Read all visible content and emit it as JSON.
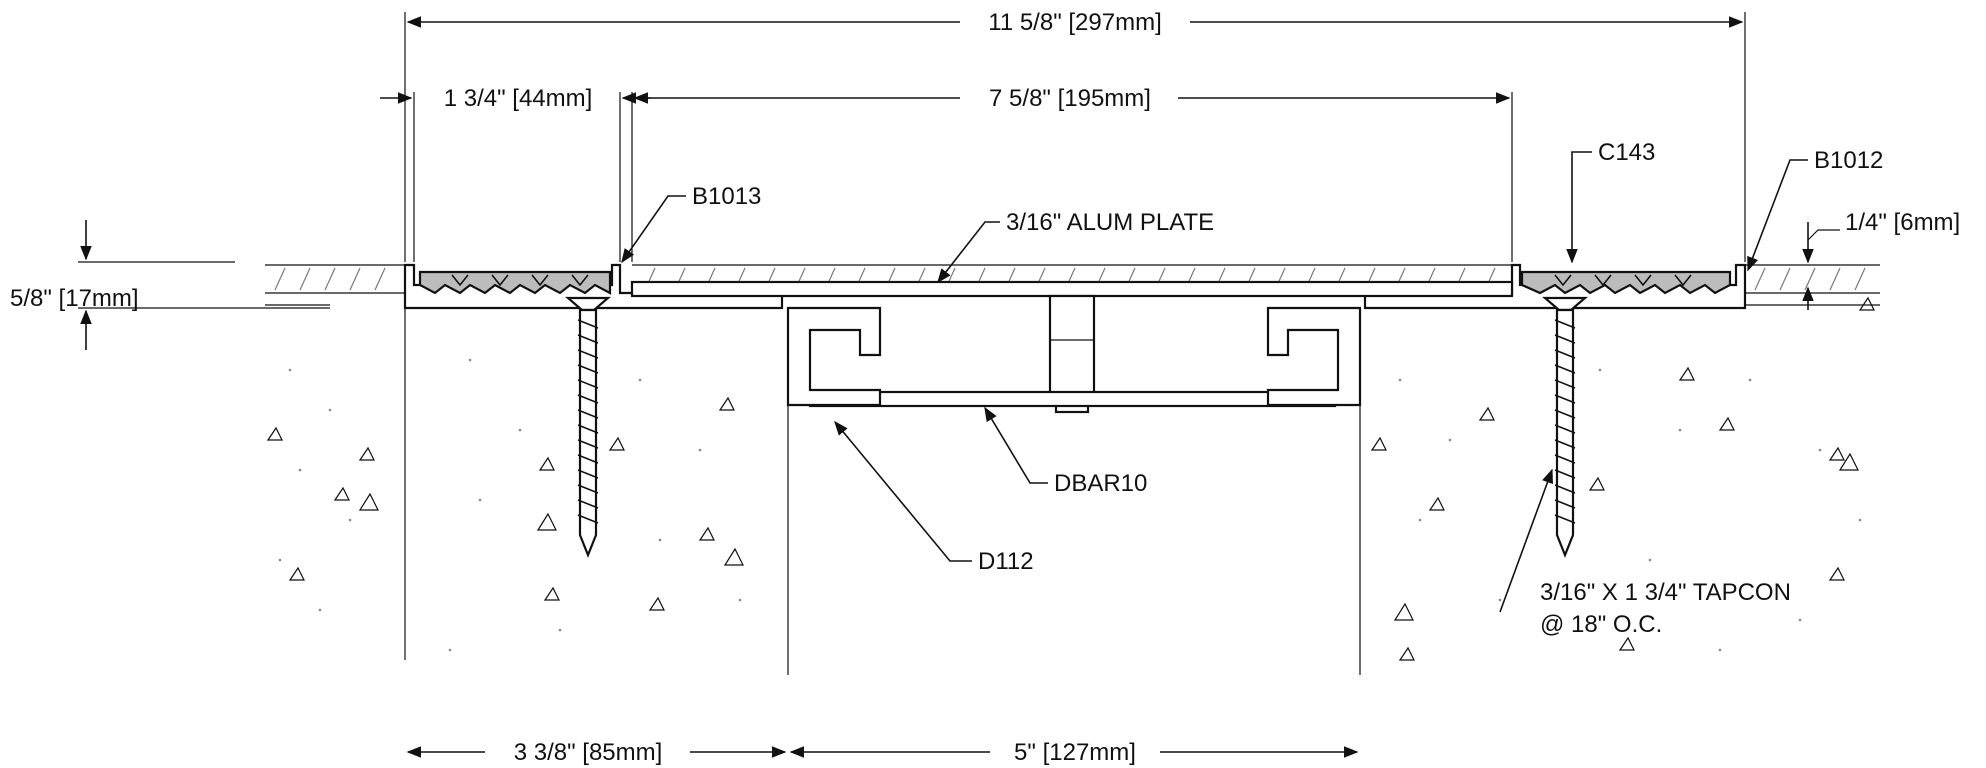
{
  "dimensions": {
    "overall": "11 5/8\" [297mm]",
    "left_cover": "1 3/4\" [44mm]",
    "plate_width": "7 5/8\" [195mm]",
    "depth": "5/8\" [17mm]",
    "top_recess": "1/4\" [6mm]",
    "left_slab": "3 3/8\" [85mm]",
    "joint_gap": "5\" [127mm]"
  },
  "callouts": {
    "b1013": "B1013",
    "plate": "3/16\" ALUM PLATE",
    "c143": "C143",
    "b1012": "B1012",
    "dbar10": "DBAR10",
    "d112": "D112",
    "tapcon_line1": "3/16\" X 1 3/4\" TAPCON",
    "tapcon_line2": "@ 18\" O.C."
  },
  "colors": {
    "line": "#111111",
    "gasket_fill": "#bcbcbc",
    "hatch": "#777777"
  }
}
